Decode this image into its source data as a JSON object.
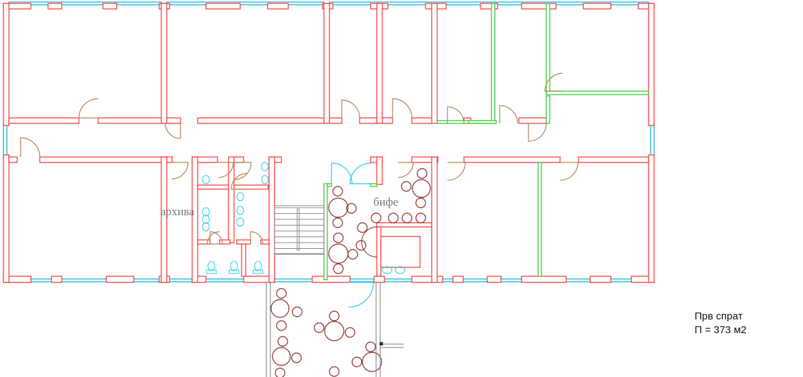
{
  "rooms": {
    "archive_label": "архива",
    "buffet_label": "бифе"
  },
  "legend": {
    "floor": "Прв спрат",
    "area": "П = 373 м2"
  },
  "colors": {
    "wall": "#ff3b3b",
    "partition": "#33cc33",
    "window": "#33bbdd",
    "door": "#b08050",
    "furniture": "#8b2a2a",
    "fixture": "#22ccee",
    "stairs": "#888888"
  }
}
